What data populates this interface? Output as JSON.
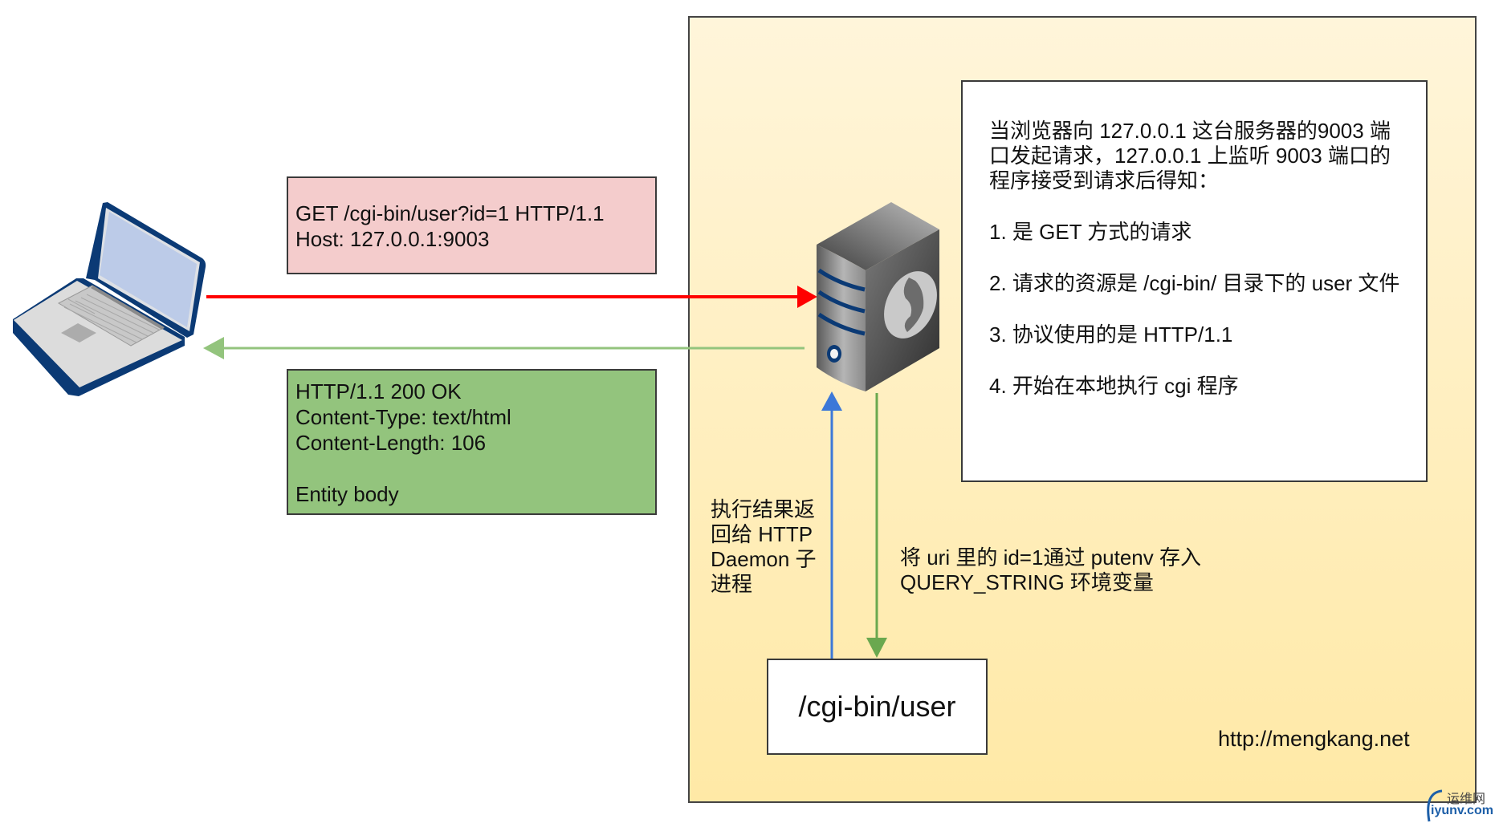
{
  "request_box": {
    "lines": [
      "GET /cgi-bin/user?id=1 HTTP/1.1",
      "Host: 127.0.0.1:9003"
    ],
    "fill": "#f4cccc"
  },
  "response_box": {
    "lines": [
      "HTTP/1.1 200 OK",
      "Content-Type: text/html",
      "Content-Length: 106",
      "",
      "Entity body"
    ],
    "fill": "#93c47d"
  },
  "info_box": {
    "intro": "当浏览器向 127.0.0.1 这台服务器的9003 端口发起请求，127.0.0.1 上监听 9003 端口的程序接受到请求后得知：",
    "items": [
      "1. 是 GET 方式的请求",
      "2. 请求的资源是 /cgi-bin/ 目录下的 user 文件",
      "3. 协议使用的是 HTTP/1.1",
      "4. 开始在本地执行 cgi 程序"
    ]
  },
  "cgi_box": {
    "label": "/cgi-bin/user"
  },
  "labels": {
    "return_result": "执行结果返回给 HTTP Daemon 子进程",
    "putenv": "将 uri 里的 id=1通过 putenv 存入 QUERY_STRING 环境变量"
  },
  "footer_url": "http://mengkang.net",
  "watermark": {
    "cn": "运维网",
    "en": "iyunv.com"
  },
  "nodes": {
    "client": "laptop-icon",
    "server": "server-icon"
  },
  "colors": {
    "request_arrow": "#ff0000",
    "response_arrow": "#93c47d",
    "return_arrow": "#3c78d8",
    "putenv_arrow": "#6aa84f",
    "server_area_top": "#fff5da",
    "server_area_bottom": "#ffe9a6"
  }
}
